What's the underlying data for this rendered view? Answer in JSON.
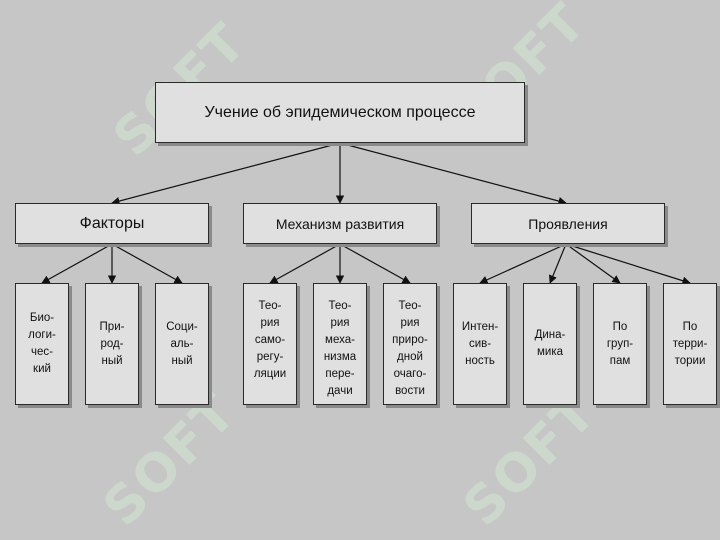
{
  "watermark": "SOFT",
  "root": {
    "label": "Учение об эпидемическом процессе"
  },
  "categories": [
    {
      "label": "Факторы",
      "children": [
        "Био-\nлоги-\nчес-\nкий",
        "При-\nрод-\nный",
        "Соци-\nаль-\nный"
      ]
    },
    {
      "label": "Механизм развития",
      "children": [
        "Тео-\nрия\nсамо-\nрегу-\nляции",
        "Тео-\nрия\nмеха-\nнизма\nпере-\nдачи",
        "Тео-\nрия\nприро-\nдной\nочаго-\nвости"
      ]
    },
    {
      "label": "Проявления",
      "children": [
        "Интен-\nсив-\nность",
        "Дина-\nмика",
        "По\nгруп-\nпам",
        "По\nтерри-\nтории"
      ]
    }
  ]
}
